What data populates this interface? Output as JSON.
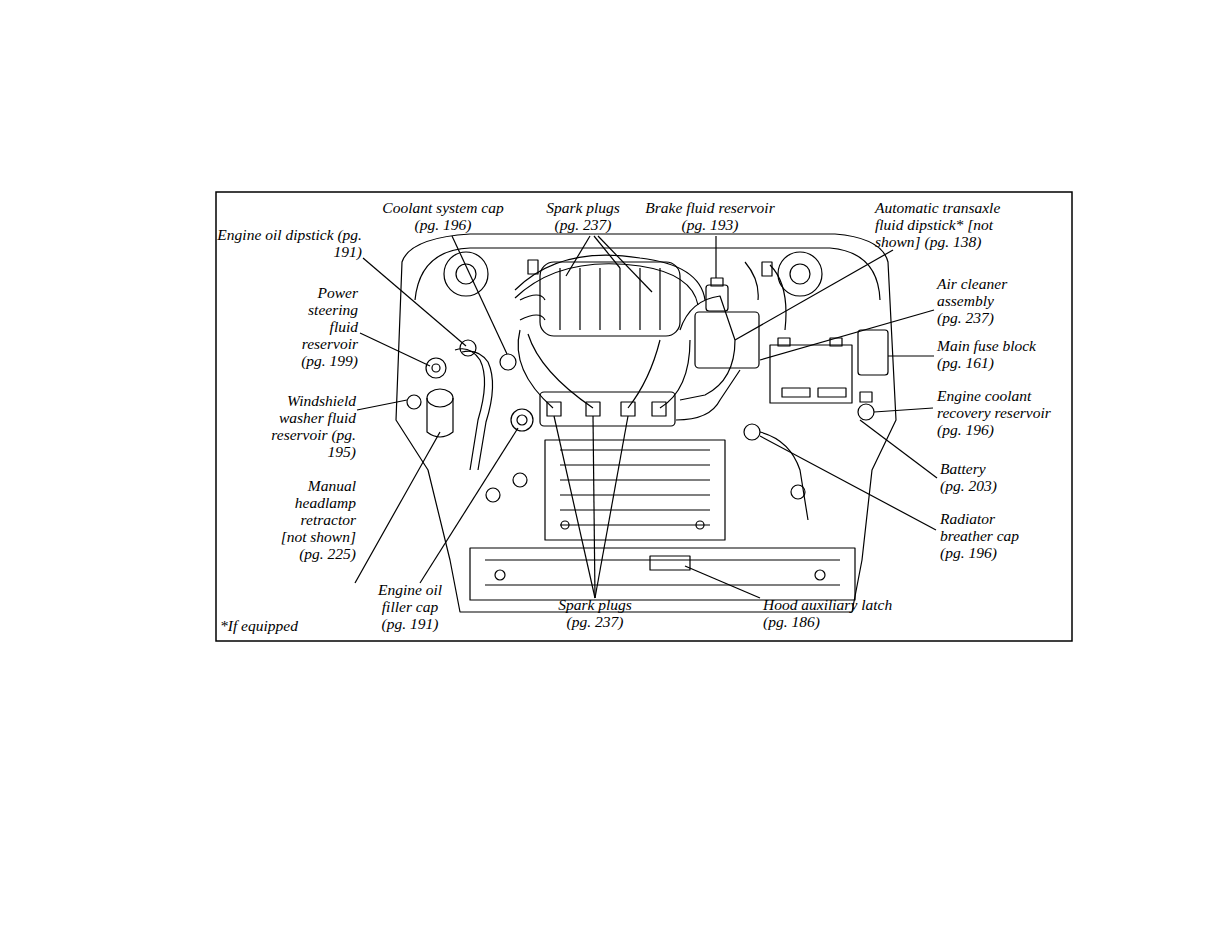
{
  "diagram": {
    "labels": [
      "Coolant system cap (pg. 196)",
      "Spark plugs (pg. 237)",
      "Brake fluid reservoir (pg. 193)",
      "Automatic transaxle fluid dipstick* [not shown] (pg. 138)",
      "Engine oil dipstick (pg. 191)",
      "Air cleaner assembly (pg. 237)",
      "Power steering fluid reservoir (pg. 199)",
      "Main fuse block (pg. 161)",
      "Windshield washer fluid reservoir (pg. 195)",
      "Engine coolant recovery reservoir (pg. 196)",
      "Battery (pg. 203)",
      "Radiator breather cap (pg. 196)",
      "Manual headlamp retractor [not shown] (pg. 225)",
      "Engine oil filler cap (pg. 191)",
      "Spark plugs (pg. 237)",
      "Hood auxiliary latch (pg. 186)",
      "*If equipped"
    ]
  }
}
